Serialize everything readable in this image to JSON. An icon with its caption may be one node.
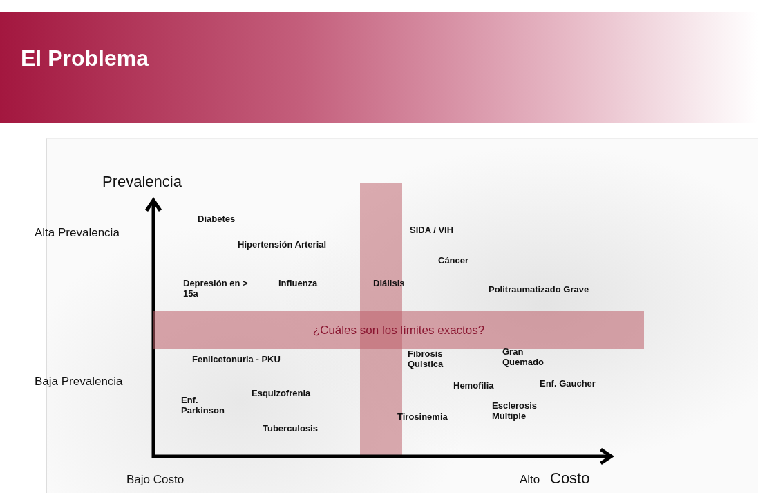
{
  "diagram": {
    "title": "El Problema",
    "nodes": [
      {
        "text": [
          "¿Cuáles son los límites exactos?"
        ]
      }
    ],
    "labels": [
      "Prevalencia",
      "Diabetes",
      "Alta Prevalencia",
      "SIDA / VIH",
      "Hipertensión Arterial",
      "Cáncer",
      "Depresión en > 15a",
      "Influenza",
      "Diálisis",
      "Politraumatizado Grave",
      "Fenilcetonuria - PKU",
      "Fibrosis Quistica",
      "Gran Quemado",
      "Baja Prevalencia",
      "Hemofilia",
      "Enf. Gaucher",
      "Esquizofrenia",
      "Enf. Parkinson",
      "Esclerosis Múltiple",
      "Tirosinemia",
      "Tuberculosis",
      "Bajo Costo",
      "Alto",
      "Costo"
    ]
  }
}
